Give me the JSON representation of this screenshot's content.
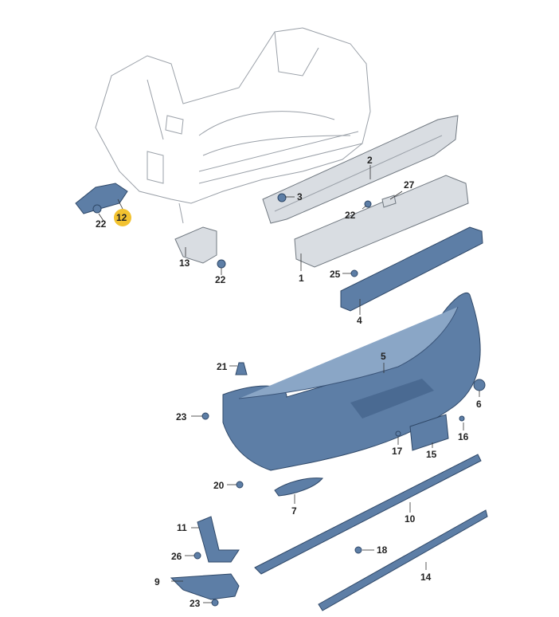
{
  "colors": {
    "part_fill": "#5d7ea6",
    "part_highlight": "#8aa6c6",
    "body_outline": "#9aa0a8",
    "callout_highlight": "#f2c230",
    "label_text": "#222222"
  },
  "callouts": [
    {
      "id": "1",
      "label": "1"
    },
    {
      "id": "2",
      "label": "2"
    },
    {
      "id": "3",
      "label": "3"
    },
    {
      "id": "4",
      "label": "4"
    },
    {
      "id": "5",
      "label": "5"
    },
    {
      "id": "6",
      "label": "6"
    },
    {
      "id": "7",
      "label": "7"
    },
    {
      "id": "9",
      "label": "9"
    },
    {
      "id": "10",
      "label": "10"
    },
    {
      "id": "11",
      "label": "11"
    },
    {
      "id": "12",
      "label": "12",
      "highlighted": true
    },
    {
      "id": "13",
      "label": "13"
    },
    {
      "id": "14",
      "label": "14"
    },
    {
      "id": "15",
      "label": "15"
    },
    {
      "id": "16",
      "label": "16"
    },
    {
      "id": "17",
      "label": "17"
    },
    {
      "id": "18",
      "label": "18"
    },
    {
      "id": "20",
      "label": "20"
    },
    {
      "id": "21",
      "label": "21"
    },
    {
      "id": "22a",
      "label": "22"
    },
    {
      "id": "22b",
      "label": "22"
    },
    {
      "id": "22c",
      "label": "22"
    },
    {
      "id": "23a",
      "label": "23"
    },
    {
      "id": "23b",
      "label": "23"
    },
    {
      "id": "25",
      "label": "25"
    },
    {
      "id": "26",
      "label": "26"
    },
    {
      "id": "27",
      "label": "27"
    }
  ]
}
